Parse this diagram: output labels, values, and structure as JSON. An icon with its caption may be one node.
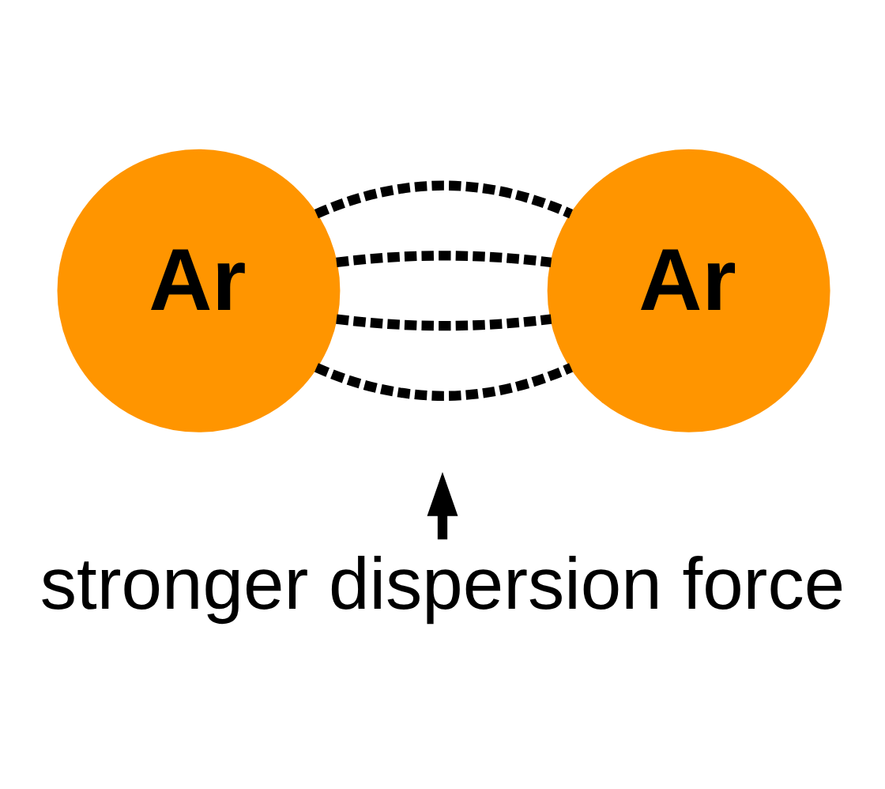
{
  "diagram": {
    "nodes": [
      {
        "text": [
          "Ar"
        ]
      },
      {
        "text": [
          "Ar"
        ]
      },
      {
        "text": [
          "stronger dispersion force"
        ]
      }
    ],
    "edges": [
      {
        "from": 0,
        "to": 1,
        "arrow": "none",
        "style": "dashed"
      },
      {
        "from": 0,
        "to": 1,
        "arrow": "none",
        "style": "dashed"
      },
      {
        "from": 0,
        "to": 1,
        "arrow": "none",
        "style": "dashed"
      },
      {
        "from": 0,
        "to": 1,
        "arrow": "none",
        "style": "dashed"
      },
      {
        "from": 2,
        "to": null,
        "arrow": "to"
      }
    ]
  }
}
